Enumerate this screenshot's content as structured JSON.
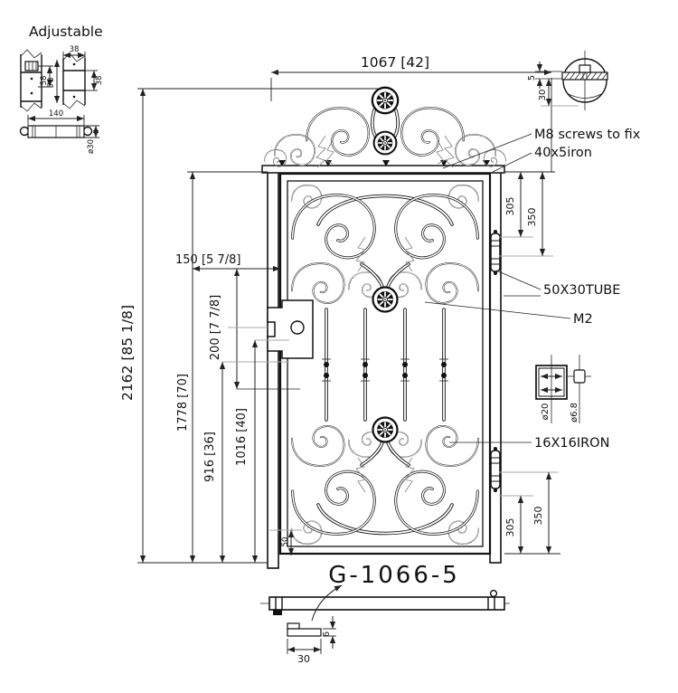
{
  "title": "Adjustable",
  "drawing_number": "G-1066-5",
  "callouts": {
    "m8_line1": "M8 screws to fix",
    "m8_line2": "40x5iron",
    "tube": "50X30TUBE",
    "m2": "M2",
    "bar_iron": "16X16IRON"
  },
  "dims": {
    "width": "1067 [42]",
    "total_height": "2162 [85 1/8]",
    "leaf_height": "1778 [70]",
    "lock_side": "150 [5 7/8]",
    "lock_box": "200 [7 7/8]",
    "h1016": "1016 [40]",
    "h916": "916 [36]",
    "hinge_top_305": "305",
    "hinge_top_350": "350",
    "hinge_bot_305": "305",
    "hinge_bot_350": "350",
    "bottom_clear": "50",
    "plate_5": "5",
    "plate_30": "30",
    "sq_d20": "ø20",
    "sq_d68": "ø6.8",
    "stop_30": "30",
    "stop_6": "6",
    "adj_58": "58",
    "adj_78": "78",
    "adj_38_top": "38",
    "adj_38_right": "38",
    "adj_140": "140",
    "adj_d30": "ø30"
  },
  "colors": {
    "ink": "#111111",
    "dim_gray": "#a9a9a9",
    "background": "#ffffff"
  }
}
